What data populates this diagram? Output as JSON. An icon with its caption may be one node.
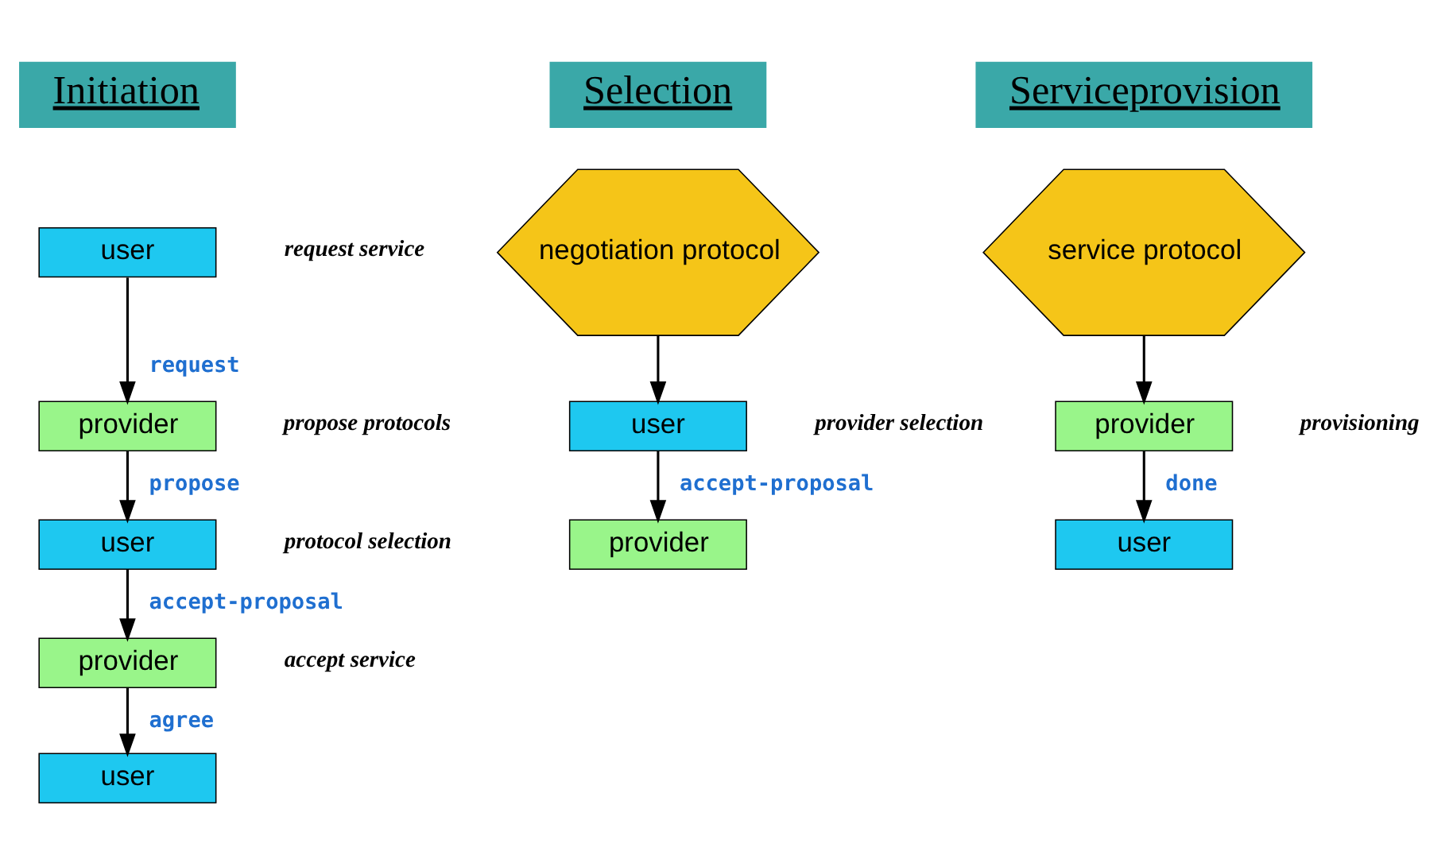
{
  "diagram": {
    "nodes": [
      {
        "text": [
          "user"
        ],
        "beside": [
          "request service"
        ]
      },
      {
        "text": [
          "provider"
        ],
        "beside": [
          "propose protocols"
        ]
      },
      {
        "text": [
          "user"
        ],
        "beside": [
          "protocol selection"
        ]
      },
      {
        "text": [
          "provider"
        ],
        "beside": [
          "accept service"
        ]
      },
      {
        "text": [
          "user"
        ]
      },
      {
        "text": [
          "negotiation protocol"
        ]
      },
      {
        "text": [
          "user"
        ],
        "beside": [
          "provider selection"
        ]
      },
      {
        "text": [
          "provider"
        ]
      },
      {
        "text": [
          "service protocol"
        ]
      },
      {
        "text": [
          "provider"
        ],
        "beside": [
          "provisioning"
        ]
      },
      {
        "text": [
          "user"
        ]
      }
    ],
    "edges": [
      {
        "from": 0,
        "to": 1,
        "arrow": "to",
        "label": "request"
      },
      {
        "from": 1,
        "to": 2,
        "arrow": "to",
        "label": "propose"
      },
      {
        "from": 2,
        "to": 3,
        "arrow": "to",
        "label": "accept-proposal"
      },
      {
        "from": 3,
        "to": 4,
        "arrow": "to",
        "label": "agree"
      },
      {
        "from": 5,
        "to": 6,
        "arrow": "to"
      },
      {
        "from": 6,
        "to": 7,
        "arrow": "to",
        "label": "accept-proposal"
      },
      {
        "from": 8,
        "to": 9,
        "arrow": "to"
      },
      {
        "from": 9,
        "to": 10,
        "arrow": "to",
        "label": "done"
      }
    ],
    "labels": [
      "Initiation",
      "Selection",
      "Serviceprovision"
    ]
  }
}
